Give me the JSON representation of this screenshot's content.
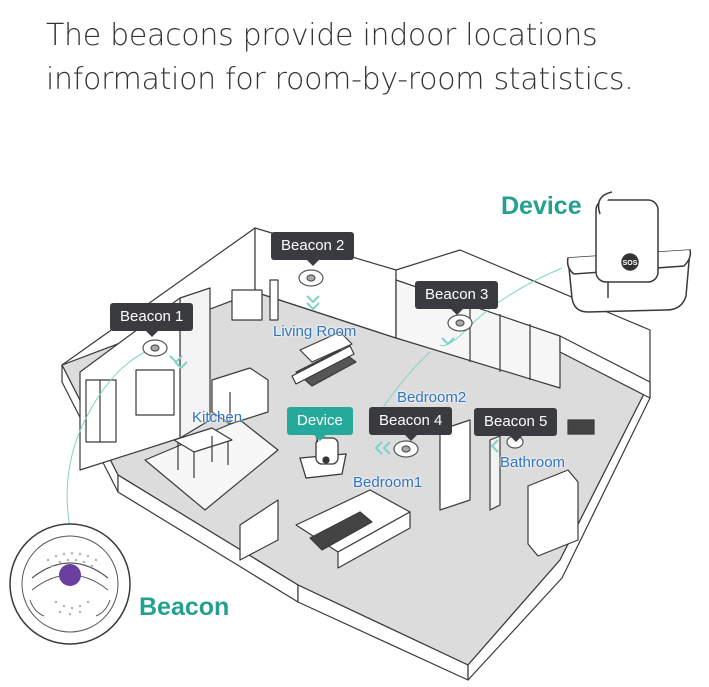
{
  "headline": {
    "line1": "The beacons provide indoor locations",
    "line2": "information for room-by-room statistics."
  },
  "device_label": "Device",
  "beacon_label": "Beacon",
  "device_badge_text": "SOS",
  "tags": {
    "beacon1": "Beacon 1",
    "beacon2": "Beacon 2",
    "beacon3": "Beacon 3",
    "beacon4": "Beacon 4",
    "beacon5": "Beacon 5",
    "device": "Device"
  },
  "rooms": {
    "living": "Living Room",
    "kitchen": "Kitchen",
    "bedroom1": "Bedroom1",
    "bedroom2": "Bedroom2",
    "bathroom": "Bathroom"
  },
  "colors": {
    "accent": "#23a08f",
    "tag_dark": "#3a3b3e",
    "tag_teal": "#25a99b",
    "room_text": "#2e73c2",
    "floor": "#dcdcdc",
    "wall": "#ffffff",
    "outline": "#3a3a3a",
    "beacon_dot": "#6a3fa0",
    "signal": "#7fd3c8"
  },
  "icons": [
    "beacon-icon",
    "wearable-device-icon",
    "charging-dock-icon",
    "signal-chevron-icon"
  ]
}
